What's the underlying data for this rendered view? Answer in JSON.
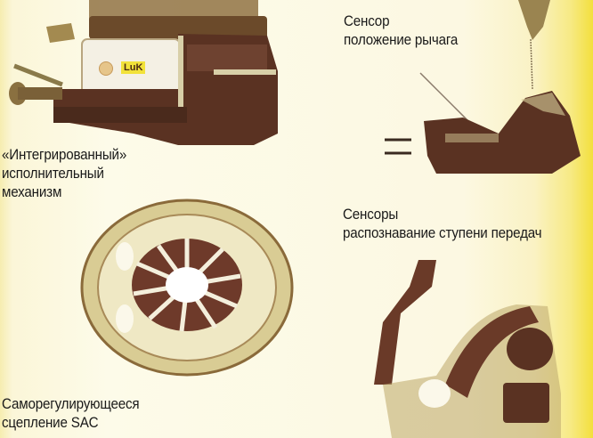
{
  "labels": {
    "lever_sensor": {
      "line1": "Сенсор",
      "line2": "положение рычага"
    },
    "actuator": {
      "line1": "«Интегрированный»",
      "line2": "исполнительный",
      "line3": "механизм"
    },
    "gear_sensors": {
      "line1": "Сенсоры",
      "line2": "распознавание ступени передач"
    },
    "clutch": {
      "line1": "Саморегулирующееся",
      "line2": "сцепление SAC"
    }
  },
  "logos": {
    "luk": "LuK"
  },
  "colors": {
    "background": "#fdfbe9",
    "accent_edge": "#f3df3c",
    "metal_dark": "#5a3222",
    "metal_light": "#c8b98a",
    "text": "#1a1a1a"
  }
}
